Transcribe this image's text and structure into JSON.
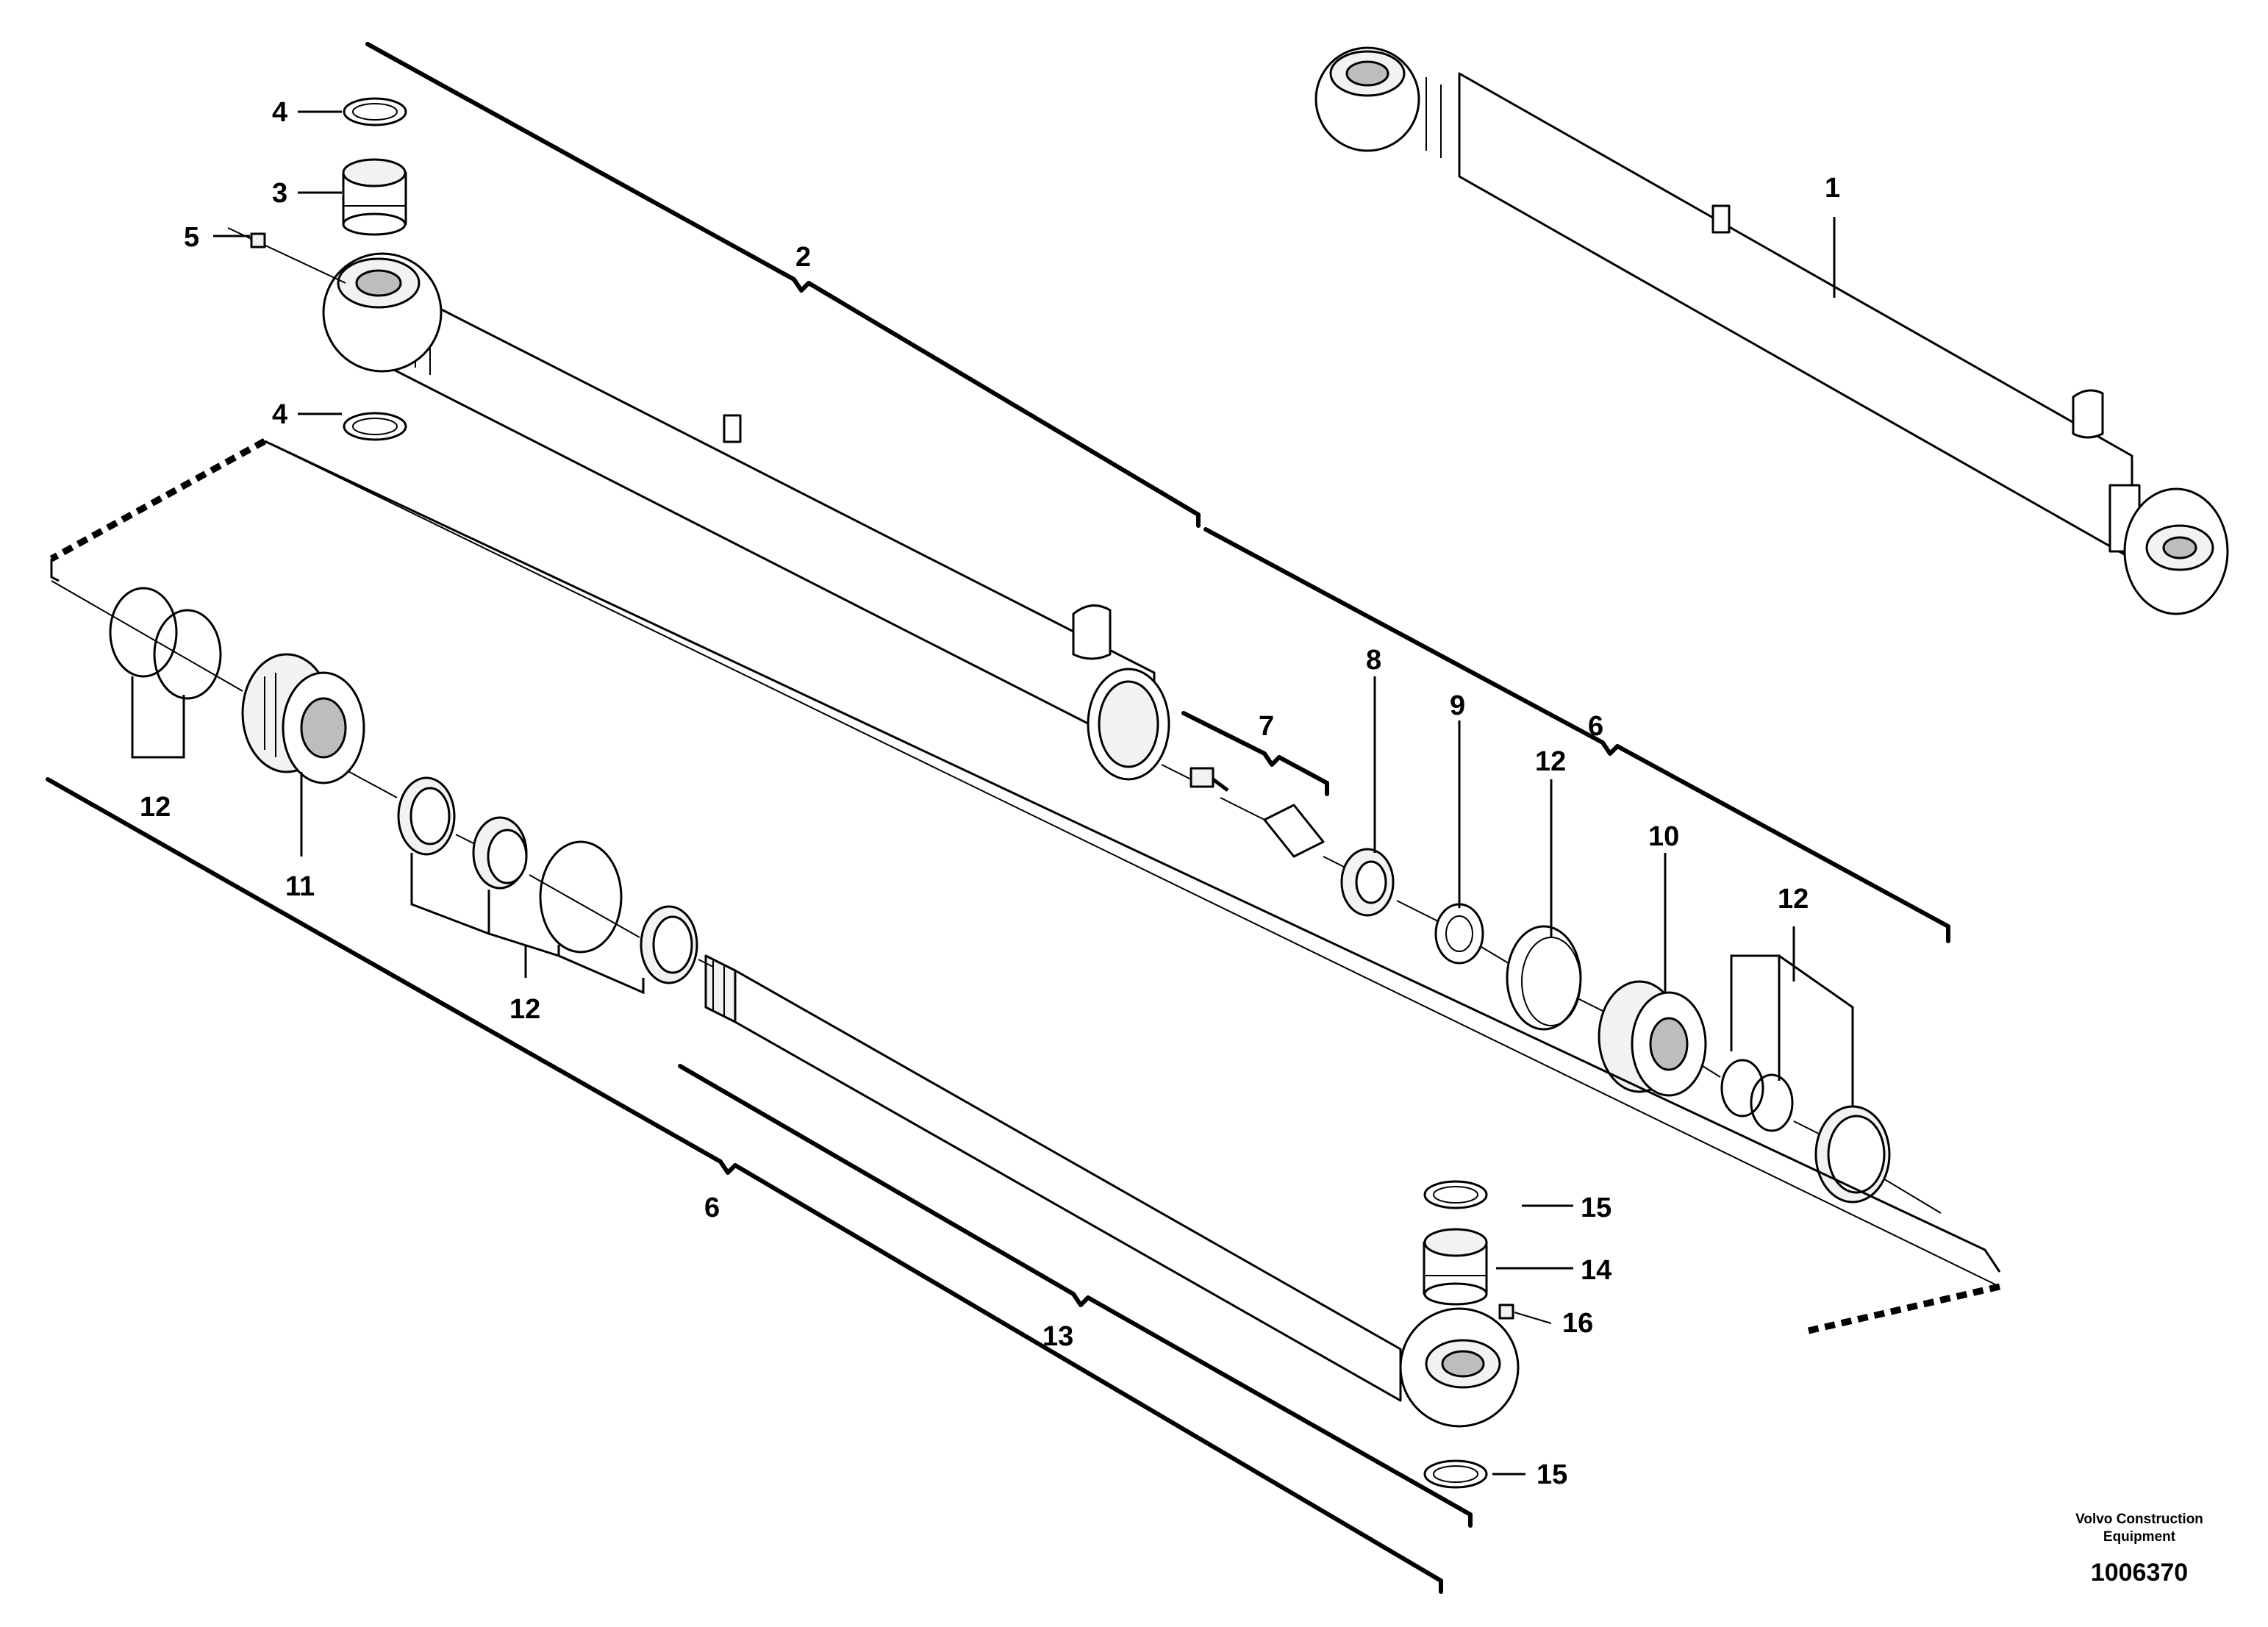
{
  "figure": {
    "callouts": {
      "c1": "1",
      "c2": "2",
      "c3": "3",
      "c4a": "4",
      "c4b": "4",
      "c5": "5",
      "c6a": "6",
      "c6b": "6",
      "c7": "7",
      "c8": "8",
      "c9": "9",
      "c10": "10",
      "c11": "11",
      "c12a": "12",
      "c12b": "12",
      "c12c": "12",
      "c12d": "12",
      "c13": "13",
      "c14": "14",
      "c15a": "15",
      "c15b": "15",
      "c16": "16"
    },
    "brand_line1": "Volvo Construction",
    "brand_line2": "Equipment",
    "document_number": "1006370"
  }
}
